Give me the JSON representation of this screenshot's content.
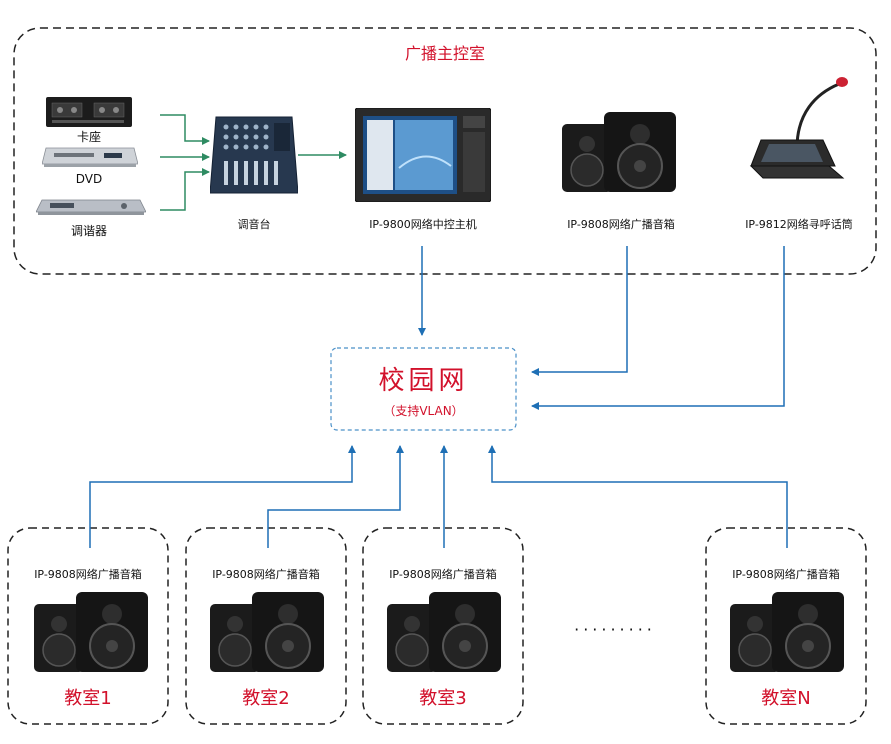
{
  "control_room": {
    "title": "广播主控室",
    "devices": {
      "cassette": "卡座",
      "dvd": "DVD",
      "tuner": "调谐器",
      "mixer": "调音台",
      "host": "IP-9800网络中控主机",
      "speaker": "IP-9808网络广播音箱",
      "mic": "IP-9812网络寻呼话筒"
    }
  },
  "network": {
    "title": "校园网",
    "subtitle": "（支持VLAN）"
  },
  "classrooms": [
    {
      "device": "IP-9808网络广播音箱",
      "name": "教室1"
    },
    {
      "device": "IP-9808网络广播音箱",
      "name": "教室2"
    },
    {
      "device": "IP-9808网络广播音箱",
      "name": "教室3"
    },
    {
      "device": "IP-9808网络广播音箱",
      "name": "教室N"
    }
  ],
  "ellipsis": "·········",
  "colors": {
    "accent_red": "#d2112b",
    "arrow_blue": "#1e6fb5",
    "arrow_green": "#2e8b62",
    "dash_border": "#222222",
    "network_border": "#4a90c8"
  }
}
